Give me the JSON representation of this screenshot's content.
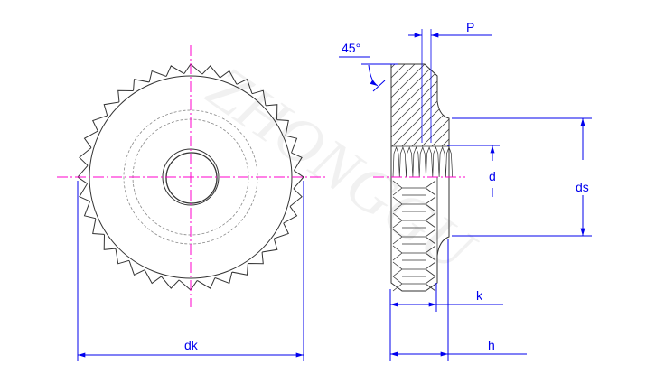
{
  "title": "Knurled thumb nut technical drawing",
  "watermark": "ZHONGGU",
  "colors": {
    "outline": "#333333",
    "dimension": "#0000ee",
    "centerline": "#ff00cc",
    "hidden": "#888888"
  },
  "front_view": {
    "tooth_count": 36
  },
  "labels": {
    "dk": "dk",
    "h": "h",
    "k": "k",
    "ds": "ds",
    "d": "d",
    "P": "P",
    "angle": "45°"
  }
}
